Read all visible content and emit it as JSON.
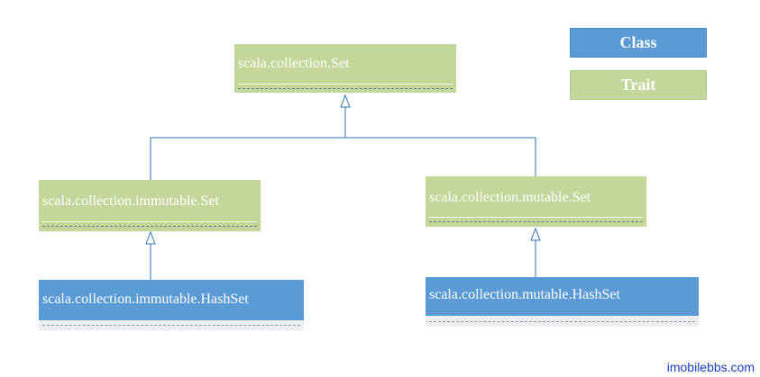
{
  "legend": {
    "class_label": "Class",
    "trait_label": "Trait",
    "class_color": "#5b9bd5",
    "trait_color": "#c3d79b"
  },
  "nodes": {
    "root": {
      "label": "scala.collection.Set",
      "kind": "trait"
    },
    "immutable_set": {
      "label": "scala.collection.immutable.Set",
      "kind": "trait"
    },
    "mutable_set": {
      "label": "scala.collection.mutable.Set",
      "kind": "trait"
    },
    "immutable_hashset": {
      "label": "scala.collection.immutable.HashSet",
      "kind": "class"
    },
    "mutable_hashset": {
      "label": "scala.collection.mutable.HashSet",
      "kind": "class"
    }
  },
  "edges": [
    {
      "from": "immutable_set",
      "to": "root",
      "type": "inheritance"
    },
    {
      "from": "mutable_set",
      "to": "root",
      "type": "inheritance"
    },
    {
      "from": "immutable_hashset",
      "to": "immutable_set",
      "type": "inheritance"
    },
    {
      "from": "mutable_hashset",
      "to": "mutable_set",
      "type": "inheritance"
    }
  ],
  "watermark": "imobilebbs.com",
  "line_color": "#2e74b5"
}
